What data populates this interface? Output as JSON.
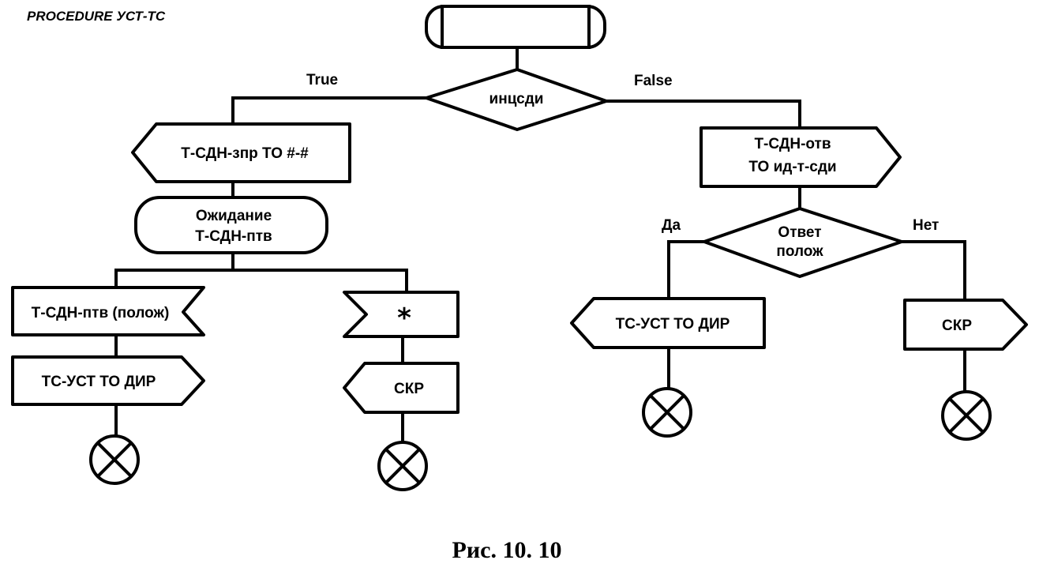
{
  "header": {
    "title": "PROCEDURE УСТ-ТС"
  },
  "nodes": {
    "start": "",
    "decision_main": "инцсди",
    "send_request": "Т-СДН-зпр ТО #-#",
    "wait_state_line1": "Ожидание",
    "wait_state_line2": "Т-СДН-птв",
    "receive_positive": "Т-СДН-птв (полож)",
    "receive_any": "*",
    "send_dir_left": "ТС-УСТ ТО ДИР",
    "send_skr_left": "СКР",
    "send_answer_line1": "Т-СДН-отв",
    "send_answer_line2": "ТО ид-т-сди",
    "decision_answer_line1": "Ответ",
    "decision_answer_line2": "полож",
    "send_dir_right": "ТС-УСТ ТО ДИР",
    "send_skr_right": "СКР"
  },
  "edges": {
    "true_label": "True",
    "false_label": "False",
    "yes_label": "Да",
    "no_label": "Нет"
  },
  "caption": "Рис. 10. 10",
  "colors": {
    "stroke": "#000000",
    "background": "#ffffff"
  },
  "icons": {
    "terminator": "stop-circle-cross-icon"
  }
}
